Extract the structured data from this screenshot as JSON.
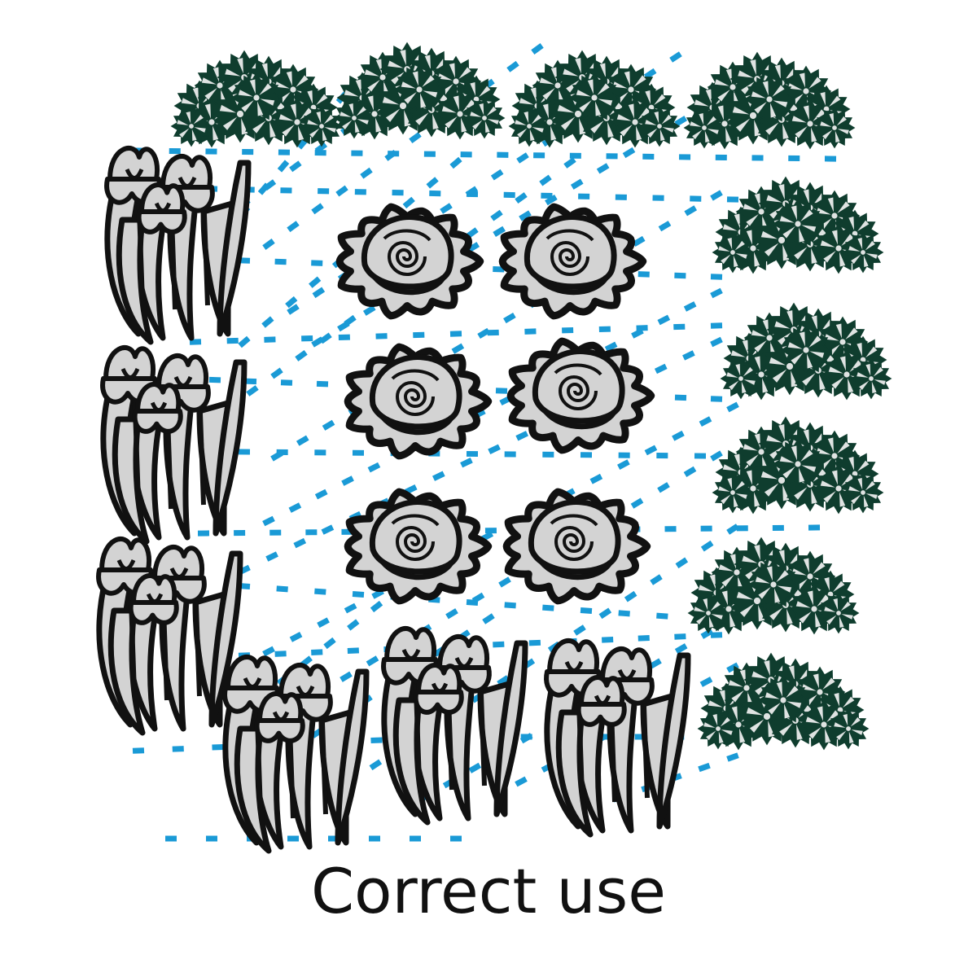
{
  "caption": "Correct use",
  "colors": {
    "background": "#ffffff",
    "irrigation_dash": "#1a9ad6",
    "shrub_fill": "#0f3d2e",
    "shrub_light": "#dfe3e2",
    "flower_fill": "#d3d3d3",
    "outline": "#111111"
  },
  "plant_groups": [
    {
      "name": "shrub-row-top",
      "kind": "shrub",
      "count": 4
    },
    {
      "name": "shrub-column-right",
      "kind": "shrub",
      "count": 5
    },
    {
      "name": "iris-column-left",
      "kind": "iris",
      "count": 3
    },
    {
      "name": "iris-row-bottom",
      "kind": "iris",
      "count": 3
    },
    {
      "name": "rose-grid-center",
      "kind": "rose",
      "count": 6
    }
  ],
  "icons": [
    "shrub-icon",
    "iris-icon",
    "rose-icon",
    "irrigation-dash-line"
  ]
}
